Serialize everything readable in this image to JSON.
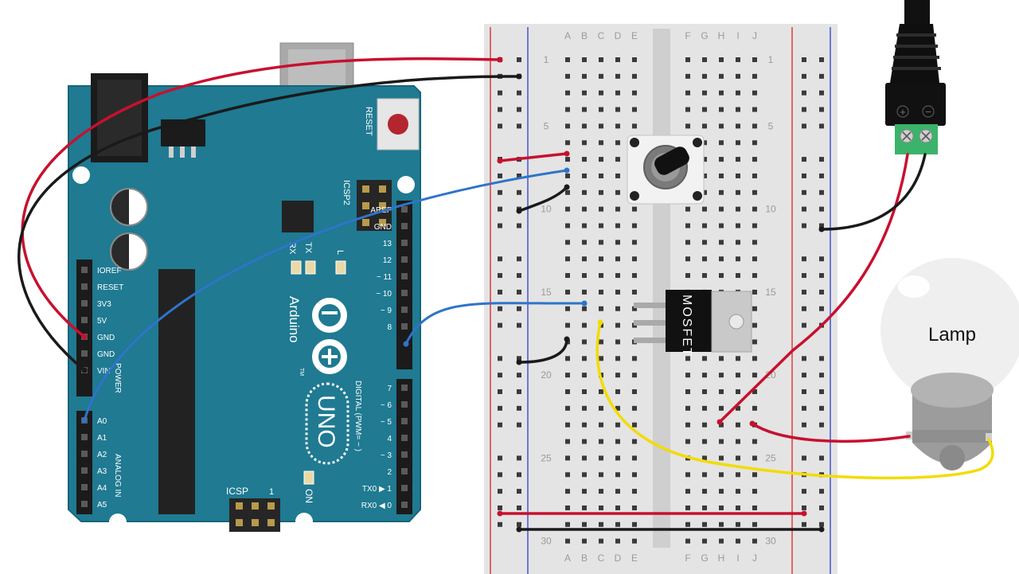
{
  "arduino": {
    "reset_label": "RESET",
    "icsp2_label": "ICSP2",
    "icsp_label": "ICSP",
    "icsp_pin1": "1",
    "tx_label": "TX",
    "rx_label": "RX",
    "l_label": "L",
    "on_label": "ON",
    "brand": "Arduino",
    "tm": "TM",
    "model": "UNO",
    "digital_label": "DIGITAL (PWM= ~ )",
    "power_label": "POWER",
    "analog_label": "ANALOG IN",
    "power_pins": [
      "IOREF",
      "RESET",
      "3V3",
      "5V",
      "GND",
      "GND",
      "VIN"
    ],
    "analog_pins": [
      "A0",
      "A1",
      "A2",
      "A3",
      "A4",
      "A5"
    ],
    "digital_top": [
      "AREF",
      "GND",
      "13",
      "12",
      "~ 11",
      "~ 10",
      "~ 9",
      "8"
    ],
    "digital_bottom": [
      "7",
      "~ 6",
      "~ 5",
      "4",
      "~ 3",
      "2",
      "TX0 ▶ 1",
      "RX0 ◀ 0"
    ]
  },
  "breadboard": {
    "cols_left": [
      "A",
      "B",
      "C",
      "D",
      "E"
    ],
    "cols_right": [
      "F",
      "G",
      "H",
      "I",
      "J"
    ],
    "row_numbers": [
      "1",
      "5",
      "10",
      "15",
      "20",
      "25",
      "30"
    ]
  },
  "components": {
    "mosfet_label": "MOSFET",
    "lamp_label": "Lamp",
    "jack_plus": "+",
    "jack_minus": "−"
  },
  "colors": {
    "board": "#1f7a92",
    "wire_red": "#c8102e",
    "wire_black": "#1a1a1a",
    "wire_blue": "#2f74c9",
    "wire_yellow": "#f2dc00",
    "terminal_green": "#3bb36b"
  }
}
